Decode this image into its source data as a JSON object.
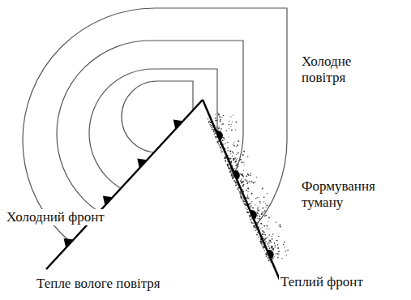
{
  "diagram": {
    "labels": [
      "Холодне повітря",
      "Формування туману",
      "Холодний фронт",
      "Тепле вологе повітря",
      "Теплий фронт"
    ]
  }
}
